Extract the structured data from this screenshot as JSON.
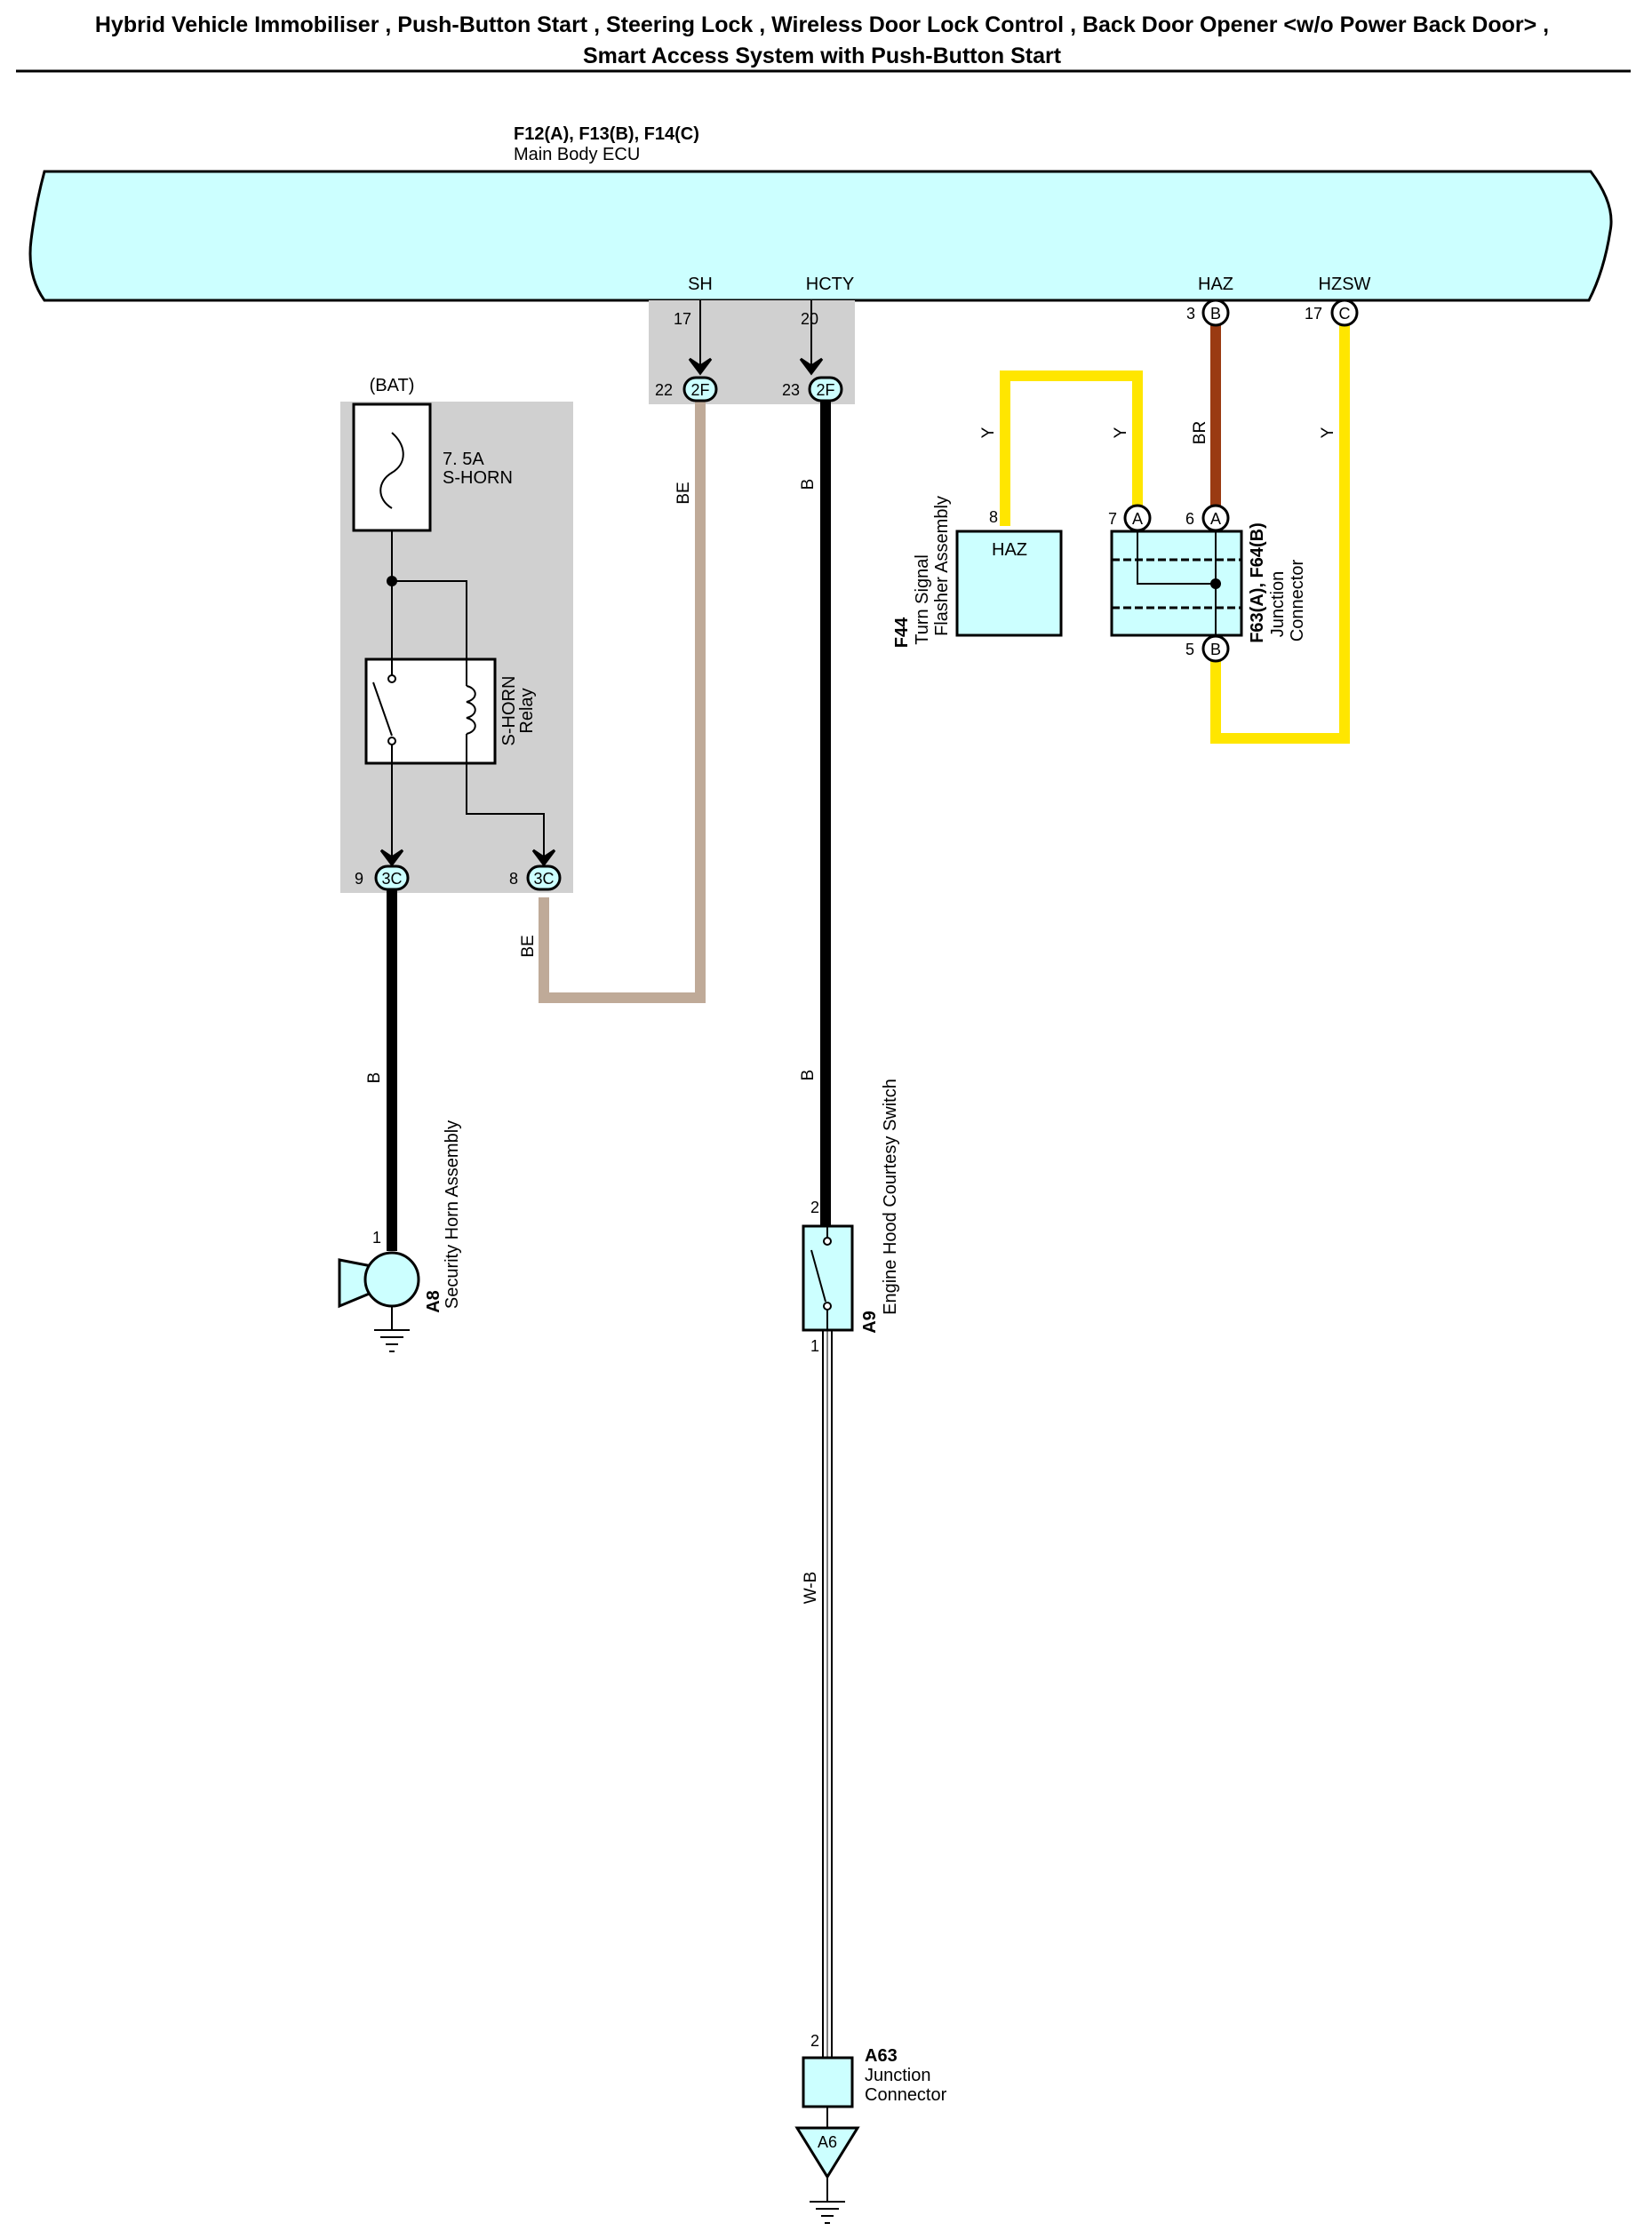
{
  "title": {
    "line1": "Hybrid Vehicle Immobiliser , Push-Button Start , Steering Lock , Wireless Door Lock Control , Back Door Opener <w/o Power Back Door> ,",
    "line2": "Smart Access System with Push-Button Start"
  },
  "ecu": {
    "code": "F12(A), F13(B), F14(C)",
    "name": "Main Body ECU",
    "terminals": {
      "sh": "SH",
      "hcty": "HCTY",
      "haz": "HAZ",
      "hzsw": "HZSW"
    },
    "pins": {
      "sh": "17",
      "hcty": "20",
      "haz": "3",
      "hzsw": "17"
    },
    "pin_connectors": {
      "haz": "B",
      "hzsw": "C"
    }
  },
  "junction_2f": {
    "connector": "2F",
    "pin_sh": "22",
    "pin_hcty": "23"
  },
  "relay_block": {
    "supply": "(BAT)",
    "fuse_rating": "7. 5A",
    "fuse_name": "S-HORN",
    "relay_name": "S-HORN",
    "relay_word": "Relay",
    "connector": "3C",
    "pin_left": "9",
    "pin_right": "8"
  },
  "wires": {
    "be1": "BE",
    "be2": "BE",
    "b_hcty_top": "B",
    "b_hcty_mid": "B",
    "b_horn": "B",
    "y_f44": "Y",
    "y_jc": "Y",
    "br": "BR",
    "y_hzsw": "Y",
    "wb": "W-B"
  },
  "horn": {
    "code": "A8",
    "name": "Security Horn Assembly",
    "pin": "1"
  },
  "hood_switch": {
    "code": "A9",
    "name": "Engine Hood Courtesy Switch",
    "pin_top": "2",
    "pin_bottom": "1"
  },
  "flasher": {
    "code": "F44",
    "name_line1": "Turn Signal",
    "name_line2": "Flasher Assembly",
    "terminal": "HAZ",
    "pin": "8"
  },
  "f63_jc": {
    "code": "F63(A), F64(B)",
    "name_line1": "Junction",
    "name_line2": "Connector",
    "pin_a7": "7",
    "pin_a6": "6",
    "pin_b5": "5",
    "letter_a": "A",
    "letter_b": "B"
  },
  "a63_jc": {
    "code": "A63",
    "name_line1": "Junction",
    "name_line2": "Connector",
    "pin": "2"
  },
  "ground": {
    "label": "A6"
  },
  "colors": {
    "ecu_fill": "#ccffff",
    "shade": "#d0d0d0",
    "beige": "#bfaa98",
    "yellow": "#ffe600",
    "brown": "#9a3a12",
    "black": "#000000"
  }
}
